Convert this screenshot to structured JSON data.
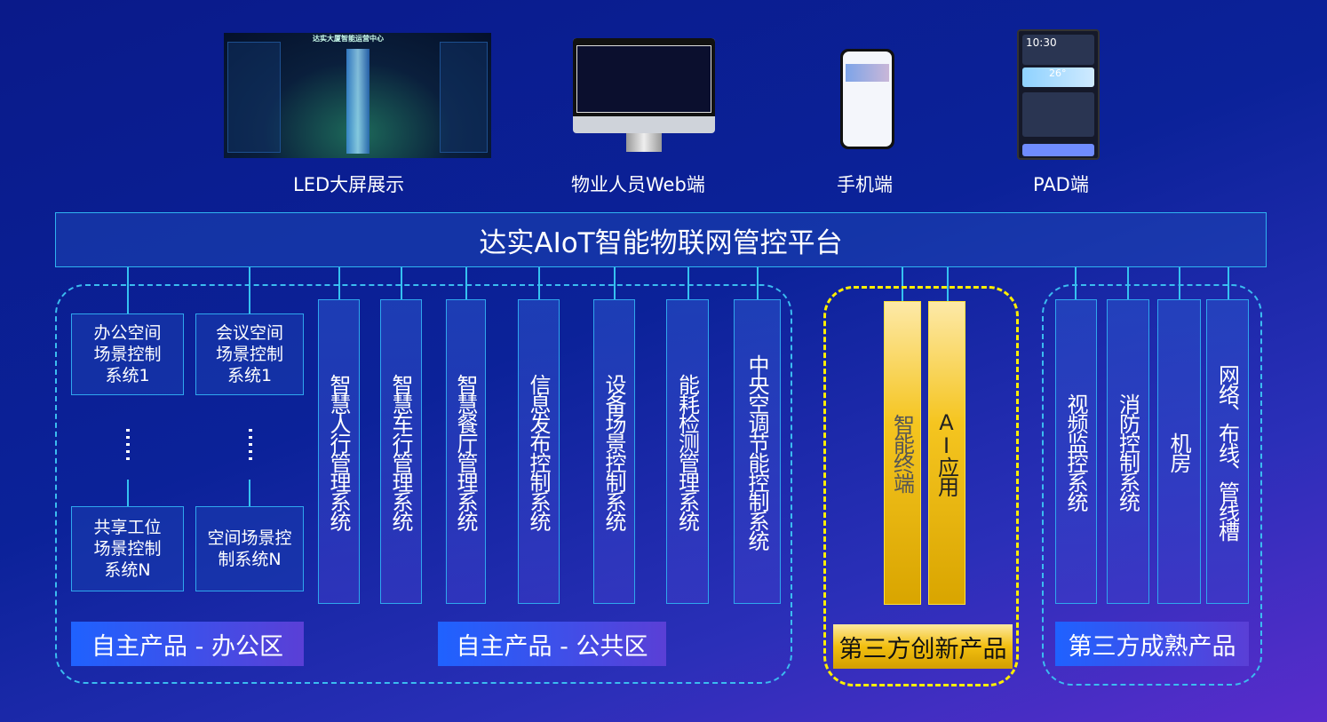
{
  "devices": [
    {
      "label": "LED大屏展示",
      "screen_title": "达实大厦智能运营中心"
    },
    {
      "label": "物业人员Web端"
    },
    {
      "label": "手机端"
    },
    {
      "label": "PAD端",
      "time": "10:30",
      "temp": "26°"
    }
  ],
  "platform": {
    "title": "达实AIoT智能物联网管控平台"
  },
  "office": {
    "boxes": [
      "办公空间场景控制系统1",
      "会议空间场景控制系统1",
      "共享工位场景控制系统N",
      "空间场景控制系统N"
    ],
    "label": "自主产品 - 办公区"
  },
  "public": {
    "systems": [
      "智慧人行管理系统",
      "智慧车行管理系统",
      "智慧餐厅管理系统",
      "信息发布控制系统",
      "设备场景控制系统",
      "能耗检测管理系统",
      "中央空调节能控制系统"
    ],
    "label": "自主产品 - 公共区"
  },
  "innovative": {
    "items": [
      "智能终端",
      "AI应用"
    ],
    "label": "第三方创新产品"
  },
  "mature": {
    "items": [
      "视频监控系统",
      "消防控制系统",
      "机房",
      "网络、布线、管线槽"
    ],
    "label": "第三方成熟产品"
  },
  "colors": {
    "accent": "#35c2f0",
    "gold": "#f5c520",
    "yellow_border": "#ffee00"
  }
}
